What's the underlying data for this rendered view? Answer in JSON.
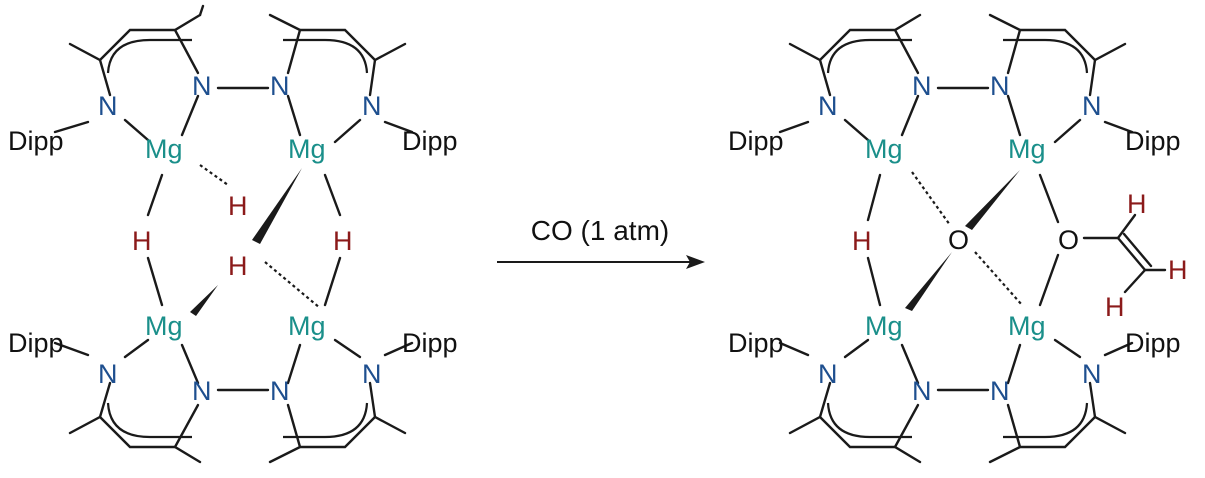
{
  "reactant": {
    "atoms": {
      "mg_top_left": "Mg",
      "mg_top_right": "Mg",
      "mg_bottom_left": "Mg",
      "mg_bottom_right": "Mg",
      "n_top_1": "N",
      "n_top_2": "N",
      "n_top_3": "N",
      "n_top_4": "N",
      "n_bottom_1": "N",
      "n_bottom_2": "N",
      "n_bottom_3": "N",
      "n_bottom_4": "N",
      "h_left": "H",
      "h_center_upper": "H",
      "h_center_lower": "H",
      "h_right": "H"
    },
    "substituents": {
      "dipp_top_left": "Dipp",
      "dipp_top_right": "Dipp",
      "dipp_bottom_left": "Dipp",
      "dipp_bottom_right": "Dipp"
    }
  },
  "reaction": {
    "reagent_label": "CO (1 atm)"
  },
  "product": {
    "atoms": {
      "mg_top_left": "Mg",
      "mg_top_right": "Mg",
      "mg_bottom_left": "Mg",
      "mg_bottom_right": "Mg",
      "n_top_1": "N",
      "n_top_2": "N",
      "n_top_3": "N",
      "n_top_4": "N",
      "n_bottom_1": "N",
      "n_bottom_2": "N",
      "n_bottom_3": "N",
      "n_bottom_4": "N",
      "h_bridge": "H",
      "o_center": "O",
      "o_enolate": "O",
      "h_vinyl_1": "H",
      "h_vinyl_2": "H",
      "h_vinyl_3": "H"
    },
    "substituents": {
      "dipp_top_left": "Dipp",
      "dipp_top_right": "Dipp",
      "dipp_bottom_left": "Dipp",
      "dipp_bottom_right": "Dipp"
    }
  },
  "colors": {
    "magnesium": "#1a8f8a",
    "nitrogen": "#1e4f8f",
    "hydrogen": "#8b1a1a",
    "oxygen": "#111111",
    "bond": "#1a1a1a"
  }
}
